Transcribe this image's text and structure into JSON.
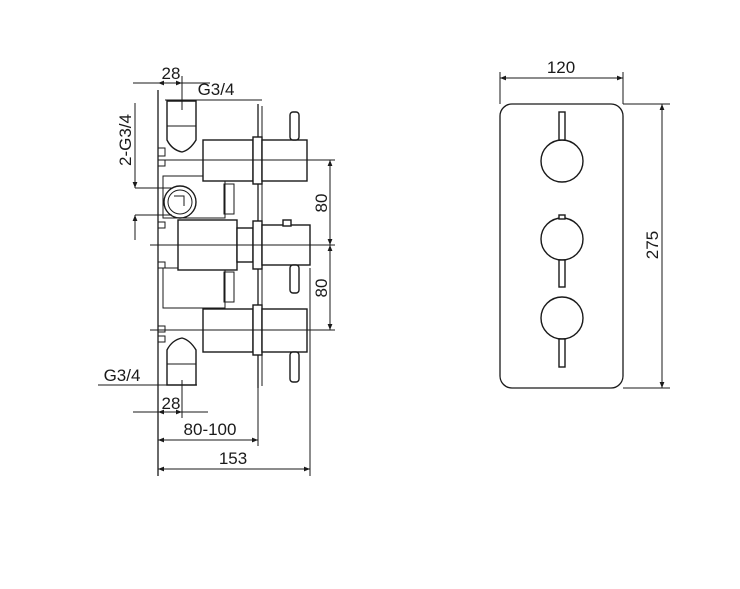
{
  "side_view": {
    "dim_top_outlet_offset": "28",
    "dim_top_thread": "G3/4",
    "dim_inlets": "2-G3/4",
    "dim_spacing_upper": "80",
    "dim_spacing_lower": "80",
    "dim_bottom_thread": "G3/4",
    "dim_bottom_outlet_offset": "28",
    "dim_wall_depth": "80-100",
    "dim_total_depth": "153"
  },
  "front_view": {
    "dim_width": "120",
    "dim_height": "275"
  },
  "colors": {
    "line": "#1a1a1a",
    "background": "#ffffff"
  }
}
